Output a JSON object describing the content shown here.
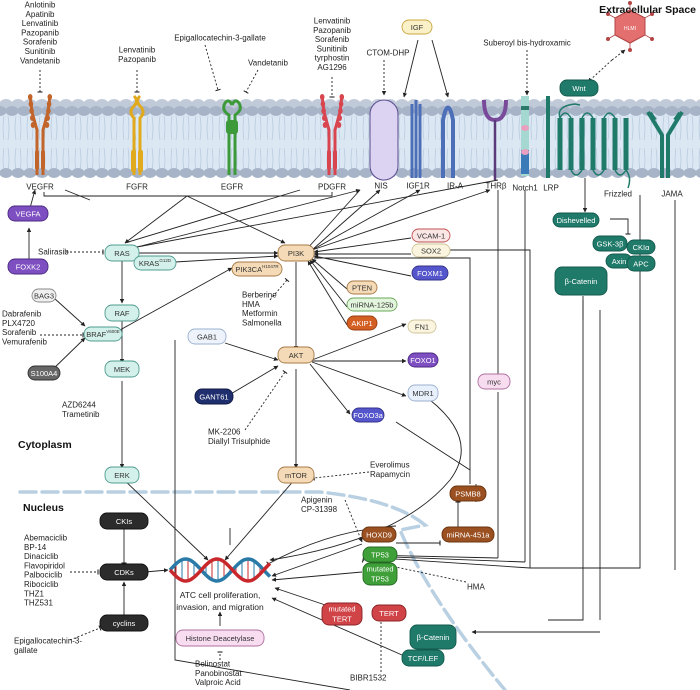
{
  "regions": {
    "extracellular": "Extracellular Space",
    "cytoplasm": "Cytoplasm",
    "nucleus": "Nucleus"
  },
  "receptors": {
    "vegfr": "VEGFR",
    "fgfr": "FGFR",
    "egfr": "EGFR",
    "pdgfr": "PDGFR",
    "nis": "NIS",
    "igf1r": "IGF1R",
    "ira": "IR-A",
    "thrb": "THRβ",
    "notch1": "Notch1",
    "lrp": "LRP",
    "frizzled": "Frizzled",
    "jama": "JAMA"
  },
  "virus_label": "HLMI",
  "drugs": {
    "vegfr": [
      "Anlotinib",
      "Apatinib",
      "Lenvatinib",
      "Pazopanib",
      "Sorafenib",
      "Sunitinib",
      "Vandetanib"
    ],
    "fgfr": [
      "Lenvatinib",
      "Pazopanib"
    ],
    "egfr_a": [
      "Epigallocatechin-3-gallate"
    ],
    "egfr_b": [
      "Vandetanib"
    ],
    "pdgfr": [
      "Lenvatinib",
      "Pazopanib",
      "Sorafenib",
      "Sunitinib",
      "tyrphostin",
      "AG1296"
    ],
    "nis": [
      "CTOM-DHP"
    ],
    "notch": [
      "Suberoyl bis-hydroxamic"
    ],
    "ras": [
      "Salirasib"
    ],
    "braf": [
      "Dabrafenib",
      "PLX4720",
      "Sorafenib",
      "Vemurafenib"
    ],
    "mek": [
      "AZD6244",
      "Trametinib"
    ],
    "pi3k": [
      "Berberine",
      "HMA",
      "Metformin",
      "Salmonella"
    ],
    "akt": [
      "MK-2206",
      "Diallyl Trisulphide"
    ],
    "mtor": [
      "Everolimus",
      "Rapamycin"
    ],
    "cdk": [
      "Abemaciclib",
      "BP-14",
      "Dinaciclib",
      "Flavopiridol",
      "Palbociclib",
      "Ribociclib",
      "THZ1",
      "THZ531"
    ],
    "cyclins": [
      "Epigallocatechin-3-",
      "gallate"
    ],
    "tp53_a": [
      "Apigenin",
      "CP-31398"
    ],
    "tp53_b": [
      "HMA"
    ],
    "hdac": [
      "Belinostat",
      "Panobinostat",
      "Valproic Acid"
    ],
    "tert": [
      "BIBR1532"
    ]
  },
  "outcome": [
    "ATC cell proliferation,",
    "invasion, and migration"
  ],
  "nodes": {
    "igf": {
      "label": "IGF",
      "fill": "#fbf1c8",
      "stroke": "#c9a640",
      "color": "#333"
    },
    "wnt": {
      "label": "Wnt",
      "fill": "#1f7a6a",
      "stroke": "#145a4e",
      "color": "#fff"
    },
    "vegfa": {
      "label": "VEGFA",
      "fill": "#7e4fc1",
      "stroke": "#4c2a82",
      "color": "#fff"
    },
    "foxk2": {
      "label": "FOXK2",
      "fill": "#7e4fc1",
      "stroke": "#4c2a82",
      "color": "#fff"
    },
    "ras": {
      "label": "RAS",
      "fill": "#d3f0ea",
      "stroke": "#4f9c90",
      "color": "#333"
    },
    "kras": {
      "label": "KRAS",
      "sup": "G12D",
      "fill": "#d3f0ea",
      "stroke": "#4f9c90",
      "color": "#333"
    },
    "pi3k": {
      "label": "PI3K",
      "fill": "#f4dab6",
      "stroke": "#a77a45",
      "color": "#333"
    },
    "pik3ca": {
      "label": "PIK3CA",
      "sup": "H1047R",
      "fill": "#f4dab6",
      "stroke": "#a77a45",
      "color": "#333"
    },
    "vcam1": {
      "label": "VCAM-1",
      "fill": "#fbe6e6",
      "stroke": "#c05050",
      "color": "#333"
    },
    "sox2": {
      "label": "SOX2",
      "fill": "#fbf5e0",
      "stroke": "#cfc49a",
      "color": "#333"
    },
    "foxm1": {
      "label": "FOXM1",
      "fill": "#5555cc",
      "stroke": "#33338a",
      "color": "#fff"
    },
    "pten": {
      "label": "PTEN",
      "fill": "#f4dab6",
      "stroke": "#a77a45",
      "color": "#333"
    },
    "mir125b": {
      "label": "miRNA-125b",
      "fill": "#e3f5dc",
      "stroke": "#6aa95a",
      "color": "#333"
    },
    "akip1": {
      "label": "AKIP1",
      "fill": "#d45f22",
      "stroke": "#9a3e10",
      "color": "#fff"
    },
    "fn1": {
      "label": "FN1",
      "fill": "#fbf5e0",
      "stroke": "#cfc49a",
      "color": "#333"
    },
    "foxo1": {
      "label": "FOXO1",
      "fill": "#7e4fc1",
      "stroke": "#4c2a82",
      "color": "#fff"
    },
    "mdr1": {
      "label": "MDR1",
      "fill": "#e8f0fb",
      "stroke": "#9ab0d0",
      "color": "#333"
    },
    "foxo3a": {
      "label": "FOXO3a",
      "fill": "#5555cc",
      "stroke": "#33338a",
      "color": "#fff"
    },
    "bag3": {
      "label": "BAG3",
      "fill": "#f0f0f0",
      "stroke": "#888",
      "color": "#333"
    },
    "raf": {
      "label": "RAF",
      "fill": "#d3f0ea",
      "stroke": "#4f9c90",
      "color": "#333"
    },
    "braf": {
      "label": "BRAF",
      "sup": "V600E",
      "fill": "#d3f0ea",
      "stroke": "#4f9c90",
      "color": "#333"
    },
    "mek": {
      "label": "MEK",
      "fill": "#d3f0ea",
      "stroke": "#4f9c90",
      "color": "#333"
    },
    "s100a4": {
      "label": "S100A4",
      "fill": "#666",
      "stroke": "#333",
      "color": "#fff"
    },
    "erk": {
      "label": "ERK",
      "fill": "#d3f0ea",
      "stroke": "#4f9c90",
      "color": "#333"
    },
    "gab1": {
      "label": "GAB1",
      "fill": "#eef3fb",
      "stroke": "#9ab0d0",
      "color": "#333"
    },
    "akt": {
      "label": "AKT",
      "fill": "#f4dab6",
      "stroke": "#a77a45",
      "color": "#333"
    },
    "gant61": {
      "label": "GANT61",
      "fill": "#1f2f6e",
      "stroke": "#111a44",
      "color": "#fff"
    },
    "mtor": {
      "label": "mTOR",
      "fill": "#f4dab6",
      "stroke": "#a77a45",
      "color": "#333"
    },
    "myc": {
      "label": "myc",
      "fill": "#f8dcf0",
      "stroke": "#b070a0",
      "color": "#333"
    },
    "dishevelled": {
      "label": "Dishevelled",
      "fill": "#1f7a6a",
      "stroke": "#145a4e",
      "color": "#fff"
    },
    "gsk3b": {
      "label": "GSK-3β",
      "fill": "#1f7a6a",
      "stroke": "#145a4e",
      "color": "#fff"
    },
    "ck1a": {
      "label": "CKIα",
      "fill": "#1f7a6a",
      "stroke": "#145a4e",
      "color": "#fff"
    },
    "axin": {
      "label": "Axin",
      "fill": "#1f7a6a",
      "stroke": "#145a4e",
      "color": "#fff"
    },
    "apc": {
      "label": "APC",
      "fill": "#1f7a6a",
      "stroke": "#145a4e",
      "color": "#fff"
    },
    "bcat_c": {
      "label": "β-Catenin",
      "fill": "#1f7a6a",
      "stroke": "#145a4e",
      "color": "#fff"
    },
    "psmb8": {
      "label": "PSMB8",
      "fill": "#9a5020",
      "stroke": "#6a3410",
      "color": "#fff"
    },
    "hoxd9": {
      "label": "HOXD9",
      "fill": "#9a5020",
      "stroke": "#6a3410",
      "color": "#fff"
    },
    "mir451a": {
      "label": "miRNA-451a",
      "fill": "#9a5020",
      "stroke": "#6a3410",
      "color": "#fff"
    },
    "tp53": {
      "label": "TP53",
      "fill": "#3fa03a",
      "stroke": "#256a22",
      "color": "#fff"
    },
    "mtp53": {
      "label": "mutated",
      "label2": "TP53",
      "fill": "#3fa03a",
      "stroke": "#256a22",
      "color": "#fff"
    },
    "mtert": {
      "label": "mutated",
      "label2": "TERT",
      "fill": "#d04448",
      "stroke": "#8a2226",
      "color": "#fff"
    },
    "tert": {
      "label": "TERT",
      "fill": "#d04448",
      "stroke": "#8a2226",
      "color": "#fff"
    },
    "bcat_n": {
      "label": "β-Catenin",
      "fill": "#1f7a6a",
      "stroke": "#145a4e",
      "color": "#fff"
    },
    "tcflef": {
      "label": "TCF/LEF",
      "fill": "#1f7a6a",
      "stroke": "#145a4e",
      "color": "#fff"
    },
    "ckis": {
      "label": "CKIs",
      "fill": "#2b2b2b",
      "stroke": "#111",
      "color": "#fff"
    },
    "cdks": {
      "label": "CDKs",
      "fill": "#2b2b2b",
      "stroke": "#111",
      "color": "#fff"
    },
    "cyclins": {
      "label": "cyclins",
      "fill": "#2b2b2b",
      "stroke": "#111",
      "color": "#fff"
    },
    "hdac": {
      "label": "Histone Deacetylase",
      "fill": "#f8dcf0",
      "stroke": "#b070a0",
      "color": "#333"
    }
  },
  "colors": {
    "membrane": "#dbe8f4",
    "lipid_head": "#a7b4c8",
    "nucleus_border": "#b9d0e2",
    "dna_red": "#c8282c",
    "dna_blue": "#2a7aa8"
  }
}
